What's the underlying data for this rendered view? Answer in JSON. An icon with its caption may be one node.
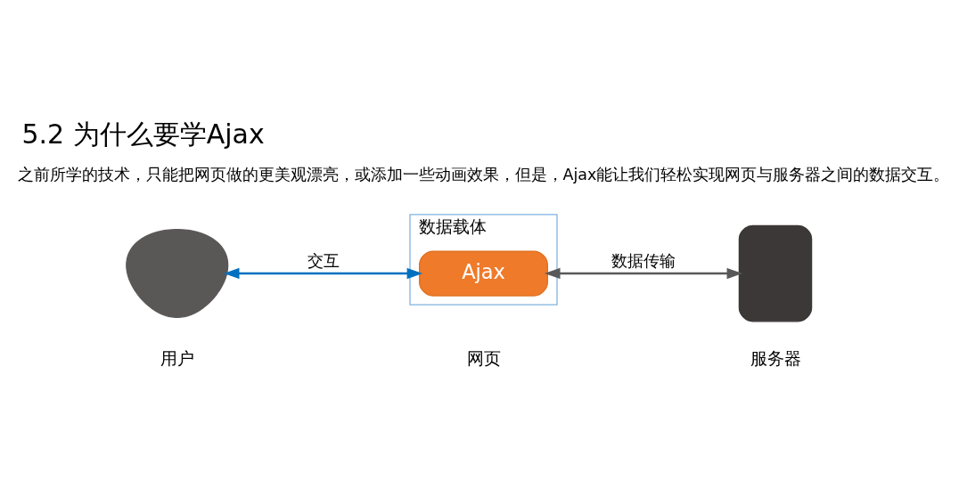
{
  "diagram": {
    "title": "5.2 为什么要学Ajax",
    "nodes": [
      {
        "text": [],
        "shape": "person",
        "beside": [
          "用户"
        ]
      },
      {
        "text": [
          "数据载体"
        ],
        "beside": [
          "网页"
        ]
      },
      {
        "text": [
          "Ajax"
        ],
        "in": 1
      },
      {
        "text": [],
        "shape": "server",
        "beside": [
          "服务器"
        ]
      }
    ],
    "edges": [
      {
        "from": 0,
        "to": 2,
        "arrow": "both",
        "label": "交互",
        "color": "#0070c0"
      },
      {
        "from": 2,
        "to": 3,
        "arrow": "both",
        "label": "数据传输",
        "color": "#595959"
      }
    ],
    "labels": [
      "之前所学的技术，只能把网页做的更美观漂亮，或添加一些动画效果，但是，Ajax能让我们轻松实现网页与服务器之间的数据交互。"
    ]
  }
}
